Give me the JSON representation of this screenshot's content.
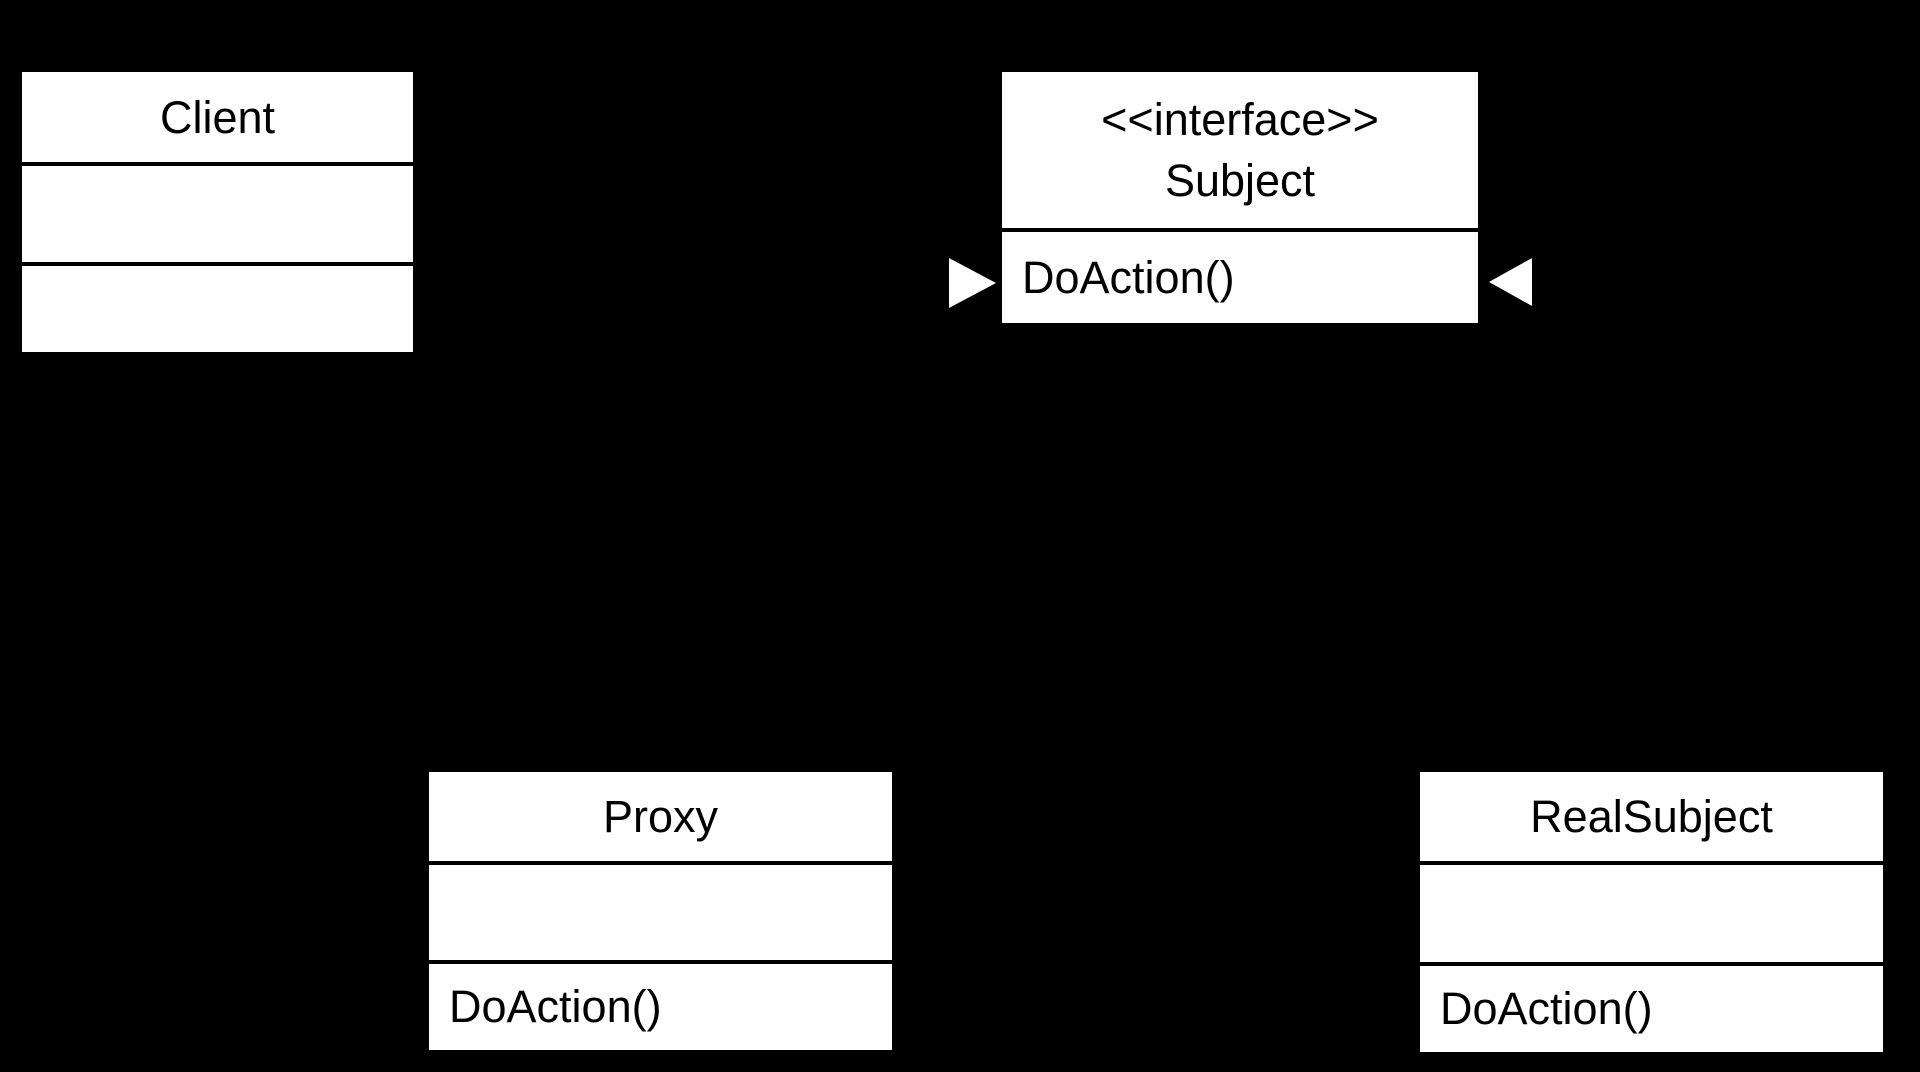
{
  "diagram": {
    "kind": "uml-class-diagram",
    "colors": {
      "background": "#000000",
      "box_fill": "#ffffff",
      "divider_line": "#000000",
      "text": "#000000",
      "arrowhead": "#ffffff"
    }
  },
  "classes": {
    "client": {
      "name": "Client",
      "attributes": "",
      "methods": ""
    },
    "subject": {
      "stereotype": "<<interface>>",
      "name": "Subject",
      "methods": "DoAction()"
    },
    "proxy": {
      "name": "Proxy",
      "attributes": "",
      "methods": "DoAction()"
    },
    "real_subject": {
      "name": "RealSubject",
      "attributes": "",
      "methods": "DoAction()"
    }
  },
  "arrowheads": {
    "left_of_subject": "triangle-right-icon",
    "right_of_subject": "triangle-left-icon"
  }
}
